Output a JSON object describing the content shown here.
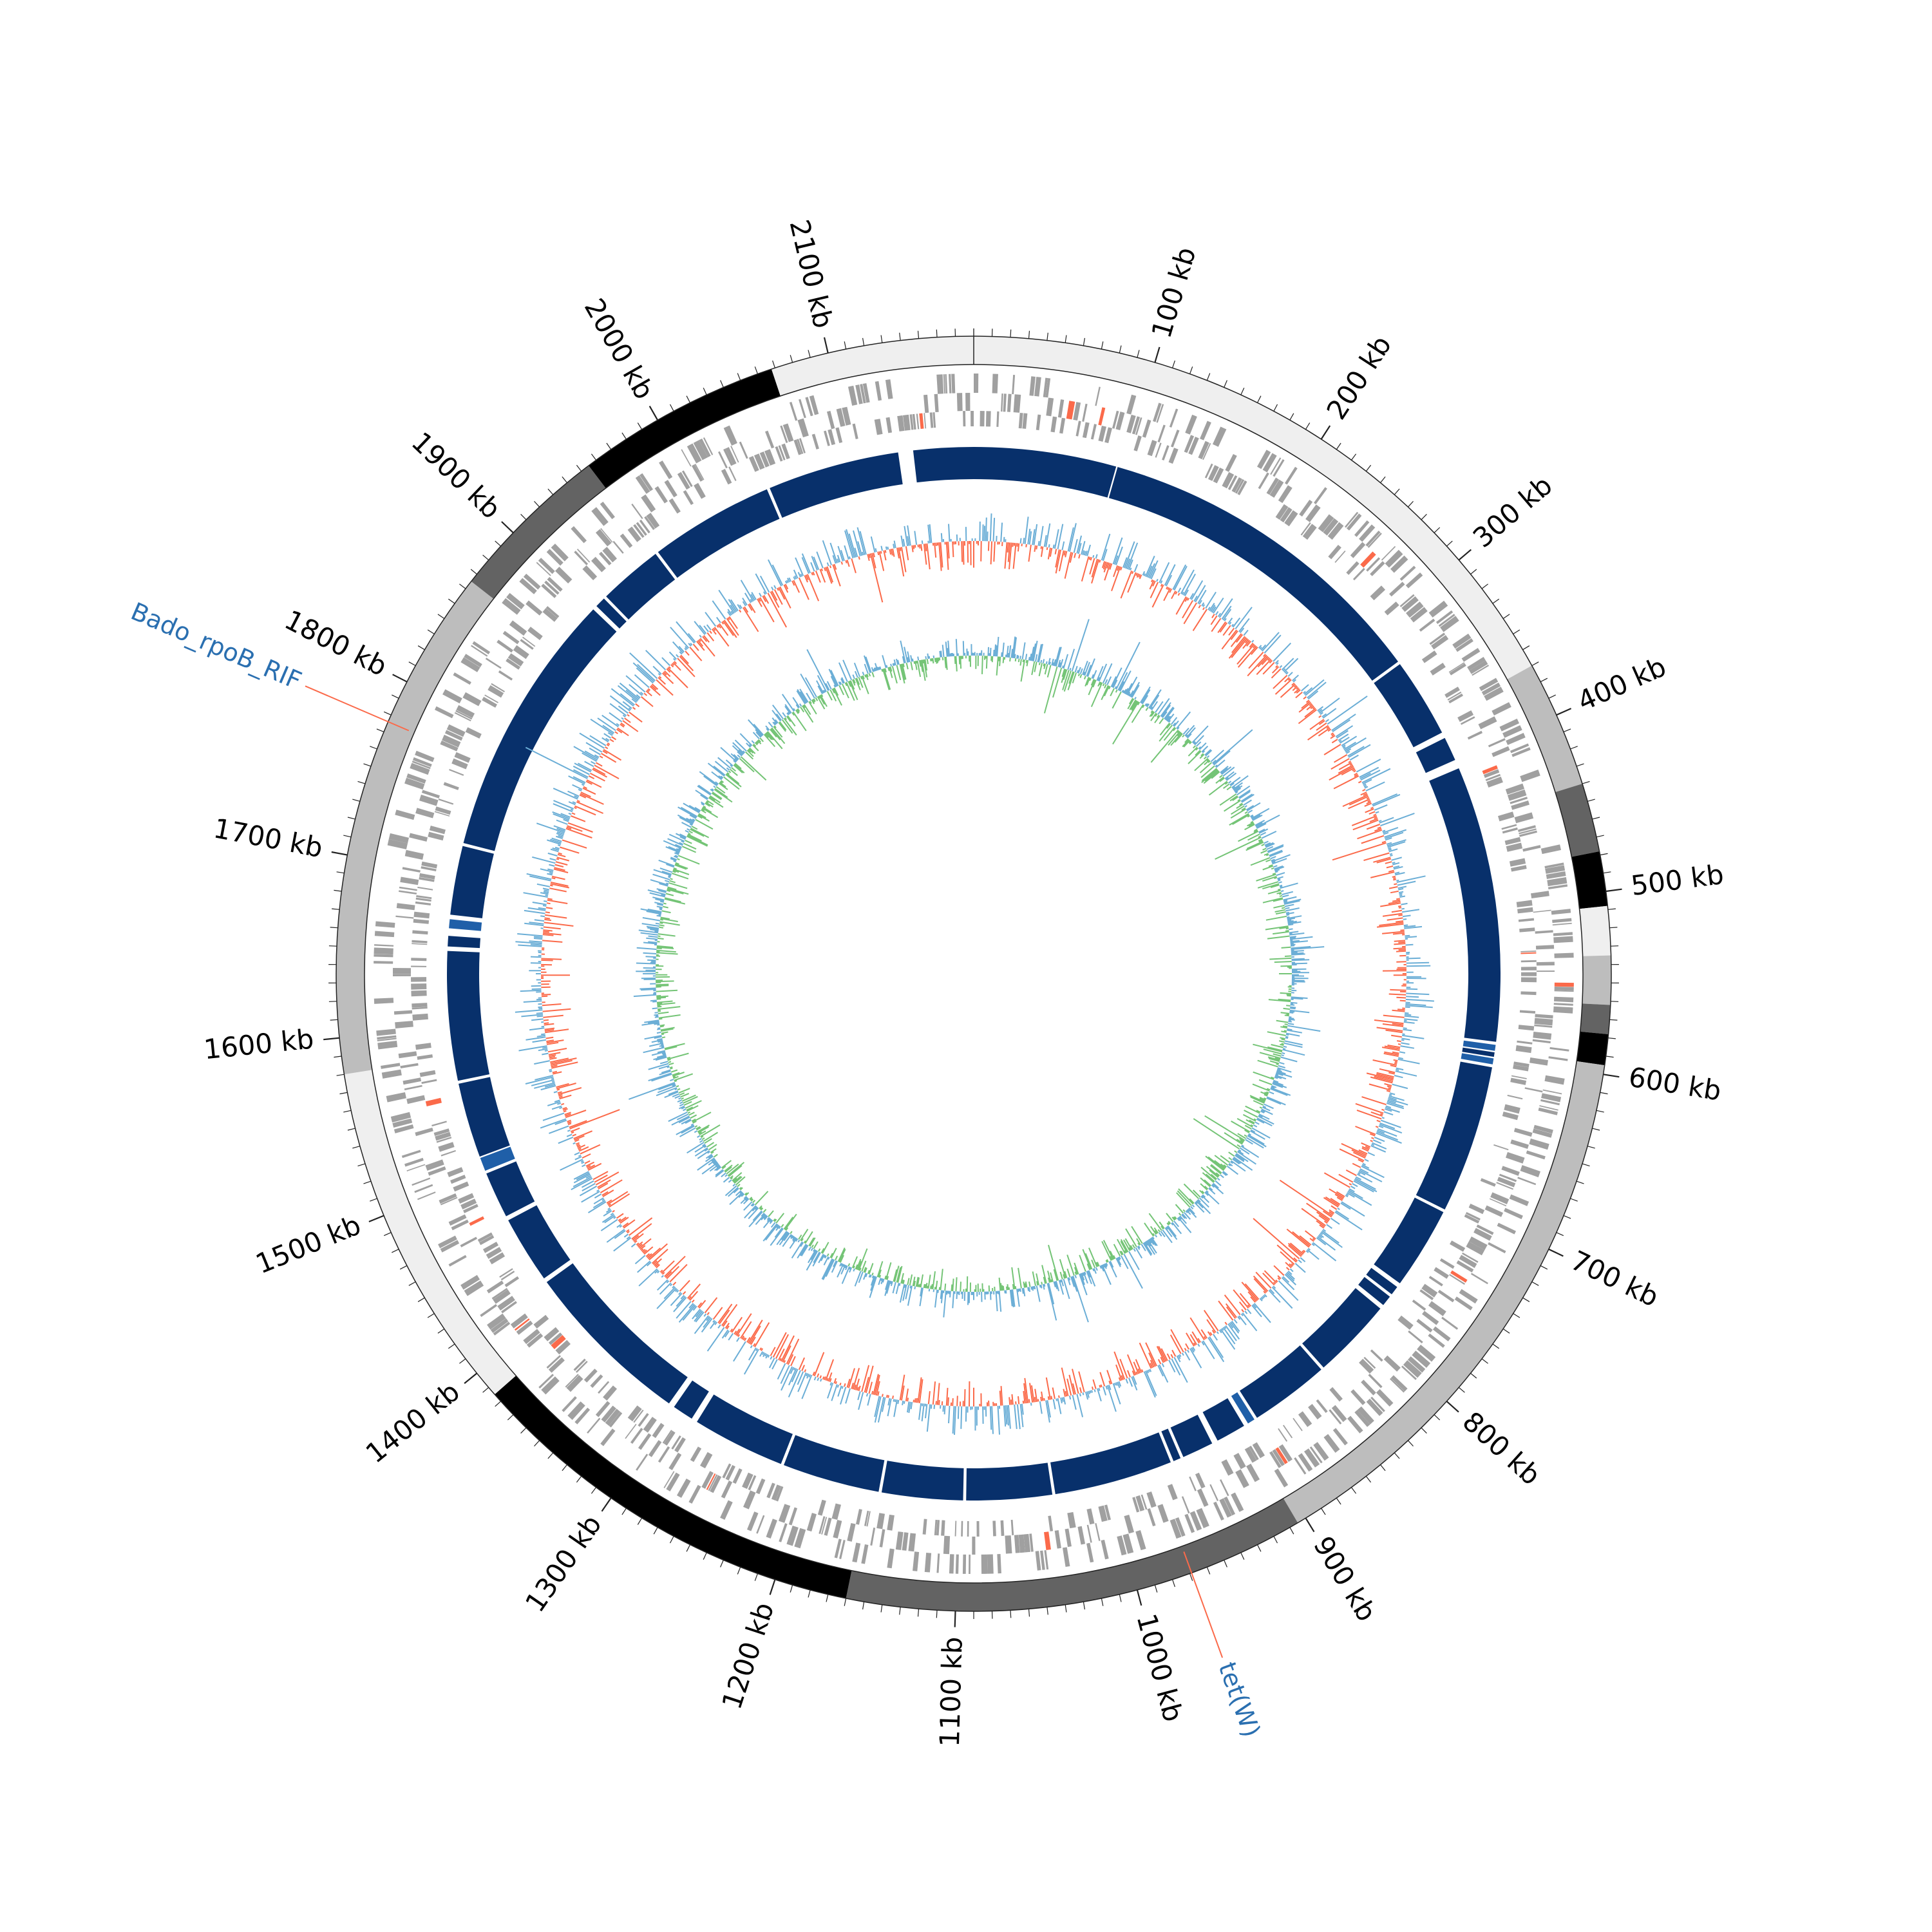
{
  "chart_data": {
    "type": "circular-genome",
    "genome_length_kb": 2180,
    "ticks": [
      {
        "pos": 100,
        "label": "100 kb"
      },
      {
        "pos": 200,
        "label": "200 kb"
      },
      {
        "pos": 300,
        "label": "300 kb"
      },
      {
        "pos": 400,
        "label": "400 kb"
      },
      {
        "pos": 500,
        "label": "500 kb"
      },
      {
        "pos": 600,
        "label": "600 kb"
      },
      {
        "pos": 700,
        "label": "700 kb"
      },
      {
        "pos": 800,
        "label": "800 kb"
      },
      {
        "pos": 900,
        "label": "900 kb"
      },
      {
        "pos": 1000,
        "label": "1000 kb"
      },
      {
        "pos": 1100,
        "label": "1100 kb"
      },
      {
        "pos": 1200,
        "label": "1200 kb"
      },
      {
        "pos": 1300,
        "label": "1300 kb"
      },
      {
        "pos": 1400,
        "label": "1400 kb"
      },
      {
        "pos": 1500,
        "label": "1500 kb"
      },
      {
        "pos": 1600,
        "label": "1600 kb"
      },
      {
        "pos": 1700,
        "label": "1700 kb"
      },
      {
        "pos": 1800,
        "label": "1800 kb"
      },
      {
        "pos": 1900,
        "label": "1900 kb"
      },
      {
        "pos": 2000,
        "label": "2000 kb"
      },
      {
        "pos": 2100,
        "label": "2100 kb"
      }
    ],
    "contig_segments": [
      {
        "start": 0,
        "end": 370,
        "color": "#efefef"
      },
      {
        "start": 370,
        "end": 440,
        "color": "#bdbdbd"
      },
      {
        "start": 440,
        "end": 478,
        "color": "#636363"
      },
      {
        "start": 478,
        "end": 508,
        "color": "#000000"
      },
      {
        "start": 508,
        "end": 535,
        "color": "#efefef"
      },
      {
        "start": 535,
        "end": 562,
        "color": "#bdbdbd"
      },
      {
        "start": 562,
        "end": 578,
        "color": "#636363"
      },
      {
        "start": 578,
        "end": 595,
        "color": "#000000"
      },
      {
        "start": 595,
        "end": 905,
        "color": "#bdbdbd"
      },
      {
        "start": 905,
        "end": 1160,
        "color": "#636363"
      },
      {
        "start": 1160,
        "end": 1385,
        "color": "#000000"
      },
      {
        "start": 1385,
        "end": 1580,
        "color": "#efefef"
      },
      {
        "start": 1580,
        "end": 1865,
        "color": "#bdbdbd"
      },
      {
        "start": 1865,
        "end": 1955,
        "color": "#636363"
      },
      {
        "start": 1955,
        "end": 2068,
        "color": "#000000"
      },
      {
        "start": 2068,
        "end": 2180,
        "color": "#efefef"
      }
    ],
    "blast_hits": [
      {
        "start": 0,
        "end": 95,
        "color": "#08306b"
      },
      {
        "start": 96,
        "end": 325,
        "color": "#08306b"
      },
      {
        "start": 327,
        "end": 380,
        "color": "#08306b"
      },
      {
        "start": 384,
        "end": 400,
        "color": "#08306b"
      },
      {
        "start": 406,
        "end": 590,
        "color": "#08306b"
      },
      {
        "start": 592,
        "end": 596,
        "color": "#1f5fa8"
      },
      {
        "start": 597,
        "end": 600,
        "color": "#08306b"
      },
      {
        "start": 601,
        "end": 605,
        "color": "#1f5fa8"
      },
      {
        "start": 607,
        "end": 706,
        "color": "#08306b"
      },
      {
        "start": 708,
        "end": 763,
        "color": "#08306b"
      },
      {
        "start": 766,
        "end": 772,
        "color": "#08306b"
      },
      {
        "start": 774,
        "end": 781,
        "color": "#08306b"
      },
      {
        "start": 784,
        "end": 838,
        "color": "#08306b"
      },
      {
        "start": 840,
        "end": 893,
        "color": "#08306b"
      },
      {
        "start": 895,
        "end": 900,
        "color": "#1f5fa8"
      },
      {
        "start": 903,
        "end": 923,
        "color": "#08306b"
      },
      {
        "start": 927,
        "end": 948,
        "color": "#08306b"
      },
      {
        "start": 950,
        "end": 955,
        "color": "#08306b"
      },
      {
        "start": 957,
        "end": 1036,
        "color": "#08306b"
      },
      {
        "start": 1038,
        "end": 1095,
        "color": "#08306b"
      },
      {
        "start": 1097,
        "end": 1151,
        "color": "#08306b"
      },
      {
        "start": 1153,
        "end": 1218,
        "color": "#08306b"
      },
      {
        "start": 1220,
        "end": 1282,
        "color": "#08306b"
      },
      {
        "start": 1286,
        "end": 1300,
        "color": "#08306b"
      },
      {
        "start": 1304,
        "end": 1418,
        "color": "#08306b"
      },
      {
        "start": 1421,
        "end": 1466,
        "color": "#08306b"
      },
      {
        "start": 1469,
        "end": 1500,
        "color": "#08306b"
      },
      {
        "start": 1502,
        "end": 1511,
        "color": "#1f5fa8"
      },
      {
        "start": 1512,
        "end": 1562,
        "color": "#08306b"
      },
      {
        "start": 1564,
        "end": 1650,
        "color": "#08306b"
      },
      {
        "start": 1653,
        "end": 1660,
        "color": "#08306b"
      },
      {
        "start": 1665,
        "end": 1671,
        "color": "#1f5fa8"
      },
      {
        "start": 1674,
        "end": 1720,
        "color": "#08306b"
      },
      {
        "start": 1722,
        "end": 1900,
        "color": "#08306b"
      },
      {
        "start": 1903,
        "end": 1910,
        "color": "#08306b"
      },
      {
        "start": 1912,
        "end": 1955,
        "color": "#08306b"
      },
      {
        "start": 1957,
        "end": 2040,
        "color": "#08306b"
      },
      {
        "start": 2042,
        "end": 2130,
        "color": "#08306b"
      },
      {
        "start": 2140,
        "end": 2180,
        "color": "#08306b"
      }
    ],
    "annotations": [
      {
        "pos": 1776,
        "label": "Bado_rpoB_RIF",
        "line_color": "#fb6a4a",
        "label_color": "#2a6fb0"
      },
      {
        "pos": 969,
        "label": "tet(W)",
        "line_color": "#fb6a4a",
        "label_color": "#2a6fb0"
      }
    ],
    "gc_content": {
      "positive_color": "#6baed6",
      "negative_color": "#fb6a4a"
    },
    "gc_skew": {
      "positive_color": "#6baed6",
      "negative_color": "#74c476"
    },
    "gene_color": "#a0a0a0",
    "gene_highlight_color": "#fb6a4a"
  }
}
